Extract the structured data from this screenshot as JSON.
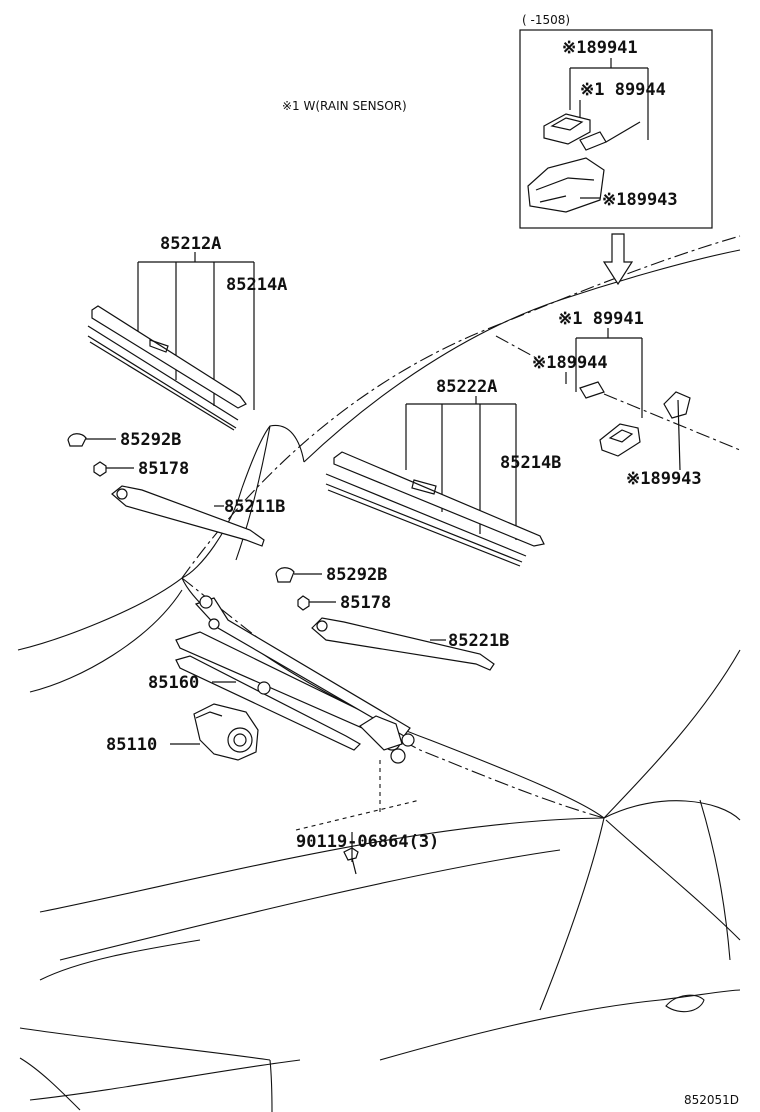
{
  "inset": {
    "range": "(    -1508)",
    "p1": "※189941",
    "p2": "※1 89944",
    "p3": "※189943"
  },
  "note": "※1 W(RAIN SENSOR)",
  "parts": {
    "blade_a": "85212A",
    "refill_a": "85214A",
    "blade_b": "85222A",
    "refill_b": "85214B",
    "cap_1": "85292B",
    "nut_1": "85178",
    "arm_1": "85211B",
    "cap_2": "85292B",
    "nut_2": "85178",
    "arm_2": "85221B",
    "link": "85160",
    "motor": "85110",
    "bolt": "90119-06864(3)"
  },
  "sensor": {
    "p1": "※1 89941",
    "p2": "※189944",
    "p3": "※189943"
  },
  "figure_code": "852051D"
}
